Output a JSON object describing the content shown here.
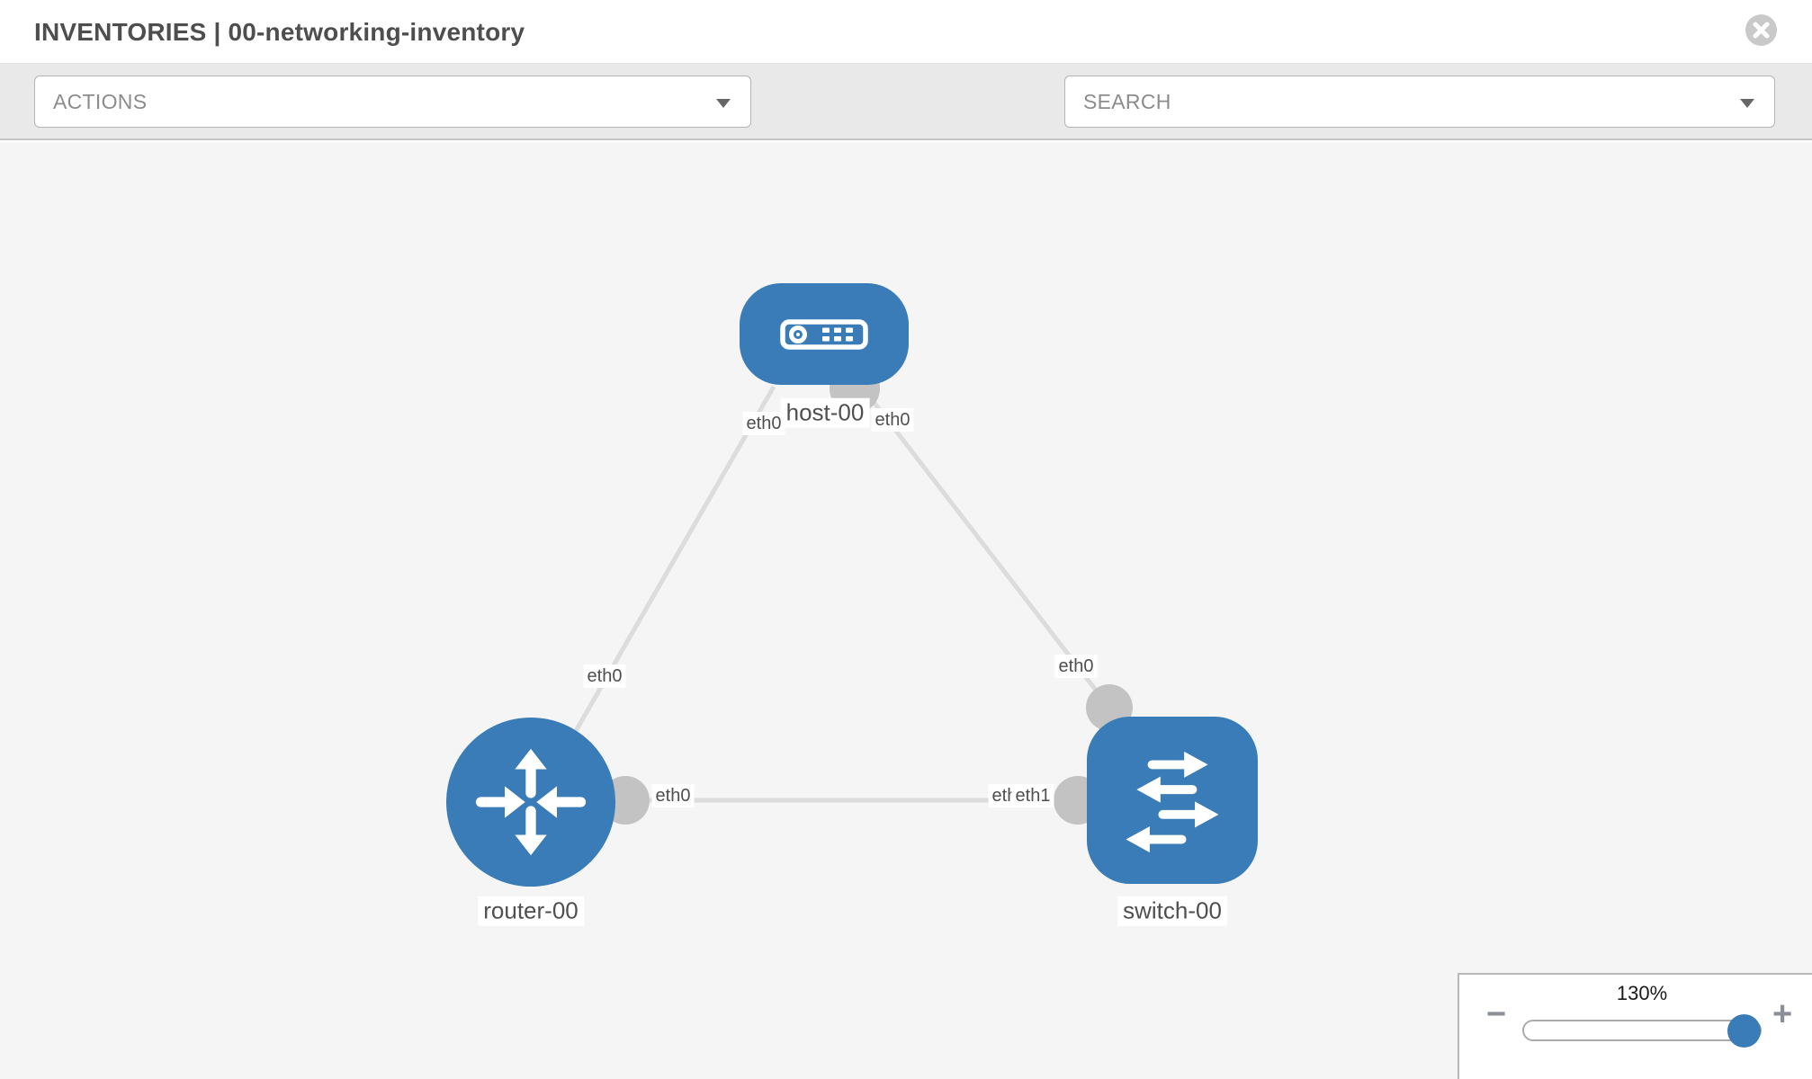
{
  "header": {
    "title": "INVENTORIES | 00-networking-inventory"
  },
  "toolbar": {
    "actions_dropdown": {
      "value": "ACTIONS"
    },
    "search_dropdown": {
      "value": "SEARCH"
    },
    "icon_names": [
      "wrench-icon",
      "key-icon"
    ]
  },
  "icons": {
    "close": "x-in-circle",
    "caret": "▼"
  },
  "topology": {
    "nodes": [
      {
        "id": "host-00",
        "label": "host-00",
        "type": "host"
      },
      {
        "id": "router-00",
        "label": "router-00",
        "type": "router"
      },
      {
        "id": "switch-00",
        "label": "switch-00",
        "type": "switch"
      }
    ],
    "links": [
      {
        "from": "host-00",
        "from_iface": "eth0",
        "to": "router-00",
        "to_iface": "eth0"
      },
      {
        "from": "host-00",
        "from_iface": "eth0",
        "to": "switch-00",
        "to_iface": "eth0"
      },
      {
        "from": "router-00",
        "from_iface": "eth0",
        "to": "switch-00",
        "to_iface": "eth1"
      }
    ],
    "overlapped_iface_label": "eth0"
  },
  "zoom_control": {
    "level": "130%",
    "zoom_out": "−",
    "zoom_in": "+"
  },
  "colors": {
    "node_blue": "#3a7cb8",
    "link_gray": "#dcdcdc",
    "endpoint_gray": "#c3c3c3",
    "toolbar_gray": "#e9e9e9",
    "canvas_gray": "#f5f5f5"
  }
}
